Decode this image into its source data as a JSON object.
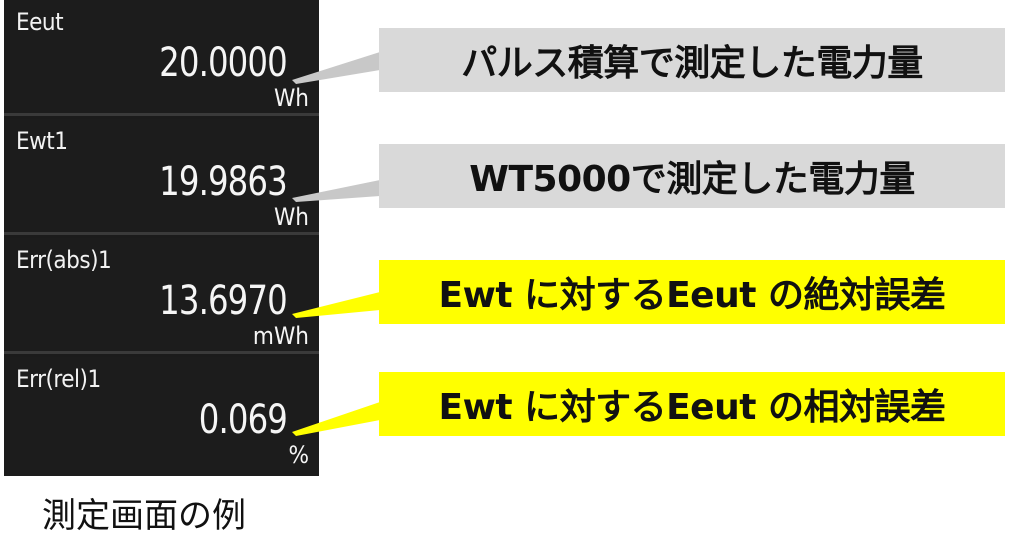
{
  "panel": {
    "cells": [
      {
        "label": "Eeut",
        "value": "20.0000",
        "unit": "Wh"
      },
      {
        "label": "Ewt1",
        "value": "19.9863",
        "unit": "Wh"
      },
      {
        "label": "Err(abs)1",
        "value": "13.6970",
        "unit": "mWh"
      },
      {
        "label": "Err(rel)1",
        "value": "0.069",
        "unit": "%"
      }
    ]
  },
  "callouts": [
    {
      "text": "パルス積算で測定した電力量",
      "color": "#d9d9d9"
    },
    {
      "text": "WT5000で測定した電力量",
      "color": "#d9d9d9"
    },
    {
      "text": "Ewt に対するEeut の絶対誤差",
      "color": "#ffff00"
    },
    {
      "text": "Ewt に対するEeut の相対誤差",
      "color": "#ffff00"
    }
  ],
  "caption": "測定画面の例"
}
